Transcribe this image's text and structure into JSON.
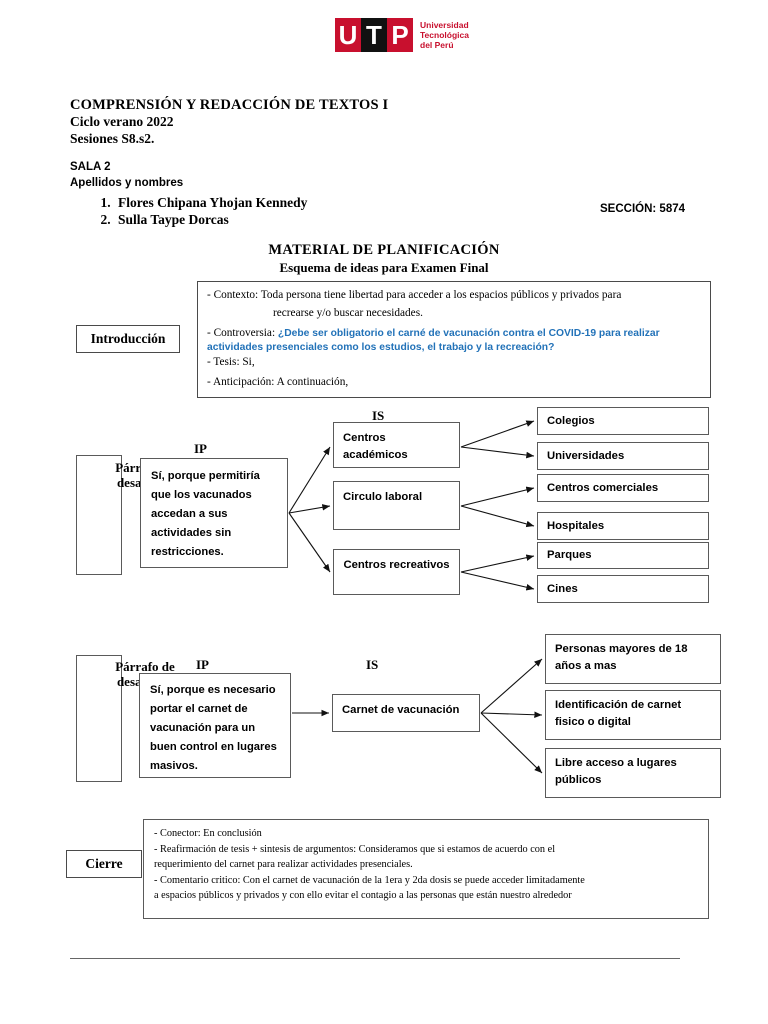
{
  "logo": {
    "letters": [
      "U",
      "T",
      "P"
    ],
    "name_line1": "Universidad",
    "name_line2": "Tecnológica",
    "name_line3": "del Perú",
    "red": "#C8102E"
  },
  "header": {
    "course_title": "COMPRENSIÓN Y REDACCIÓN DE TEXTOS I",
    "cycle": "Ciclo verano 2022",
    "sessions": "Sesiones S8.s2.",
    "room": "SALA 2",
    "names_label": "Apellidos y nombres",
    "students": [
      "Flores Chipana Yhojan Kennedy",
      "Sulla Taype Dorcas"
    ],
    "section": "SECCIÓN: 5874"
  },
  "doc": {
    "title": "MATERIAL DE PLANIFICACIÓN",
    "subtitle": "Esquema de ideas para Examen Final"
  },
  "intro": {
    "tag": "Introducción",
    "contexto_label": "- Contexto:",
    "contexto_text": "Toda persona tiene libertad para acceder a los espacios públicos y privados para",
    "contexto_text2": "recrearse y/o buscar necesidades.",
    "controversia_label": "-  Controversia:",
    "controversia_text": "¿Debe ser obligatorio el carné de vacunación contra el COVID-19 para realizar actividades presenciales como los estudios, el trabajo y la recreación?",
    "controversia_color": "#2272B8",
    "tesis": "- Tesis: Si,",
    "anticipacion": "- Anticipación: A continuación,"
  },
  "diagram1": {
    "paragraph_label": "Párrafo de desarrollo",
    "ip_label": "IP",
    "is_label": "IS",
    "ip_text": "Sí, porque permitiría que los vacunados accedan a sus actividades sin restricciones.",
    "middle": [
      "Centros académicos",
      "Circulo laboral",
      "Centros recreativos"
    ],
    "right": [
      "Colegios",
      "Universidades",
      "Centros comerciales",
      "Hospitales",
      "Parques",
      "Cines"
    ]
  },
  "diagram2": {
    "paragraph_label": "Párrafo de desarrollo",
    "ip_label": "IP",
    "is_label": "IS",
    "ip_text": "Sí, porque es necesario portar el carnet de vacunación para un buen control en lugares masivos.",
    "middle": "Carnet de vacunación",
    "right": [
      "Personas mayores de 18 años a mas",
      "Identificación de carnet fisico o digital",
      "Libre acceso a lugares públicos"
    ]
  },
  "cierre": {
    "tag": "Cierre",
    "line1": "- Conector: En conclusión",
    "line2": "- Reafirmación de tesis + sintesis de argumentos: Consideramos que si estamos de acuerdo con el",
    "line3": "requerimiento del carnet para realizar actividades presenciales.",
    "line4": "- Comentario critico: Con el carnet de vacunación de la 1era y 2da dosis se puede acceder limitadamente",
    "line5": "a espacios públicos y privados y con ello evitar el contagio a las personas que están nuestro alrededor"
  }
}
